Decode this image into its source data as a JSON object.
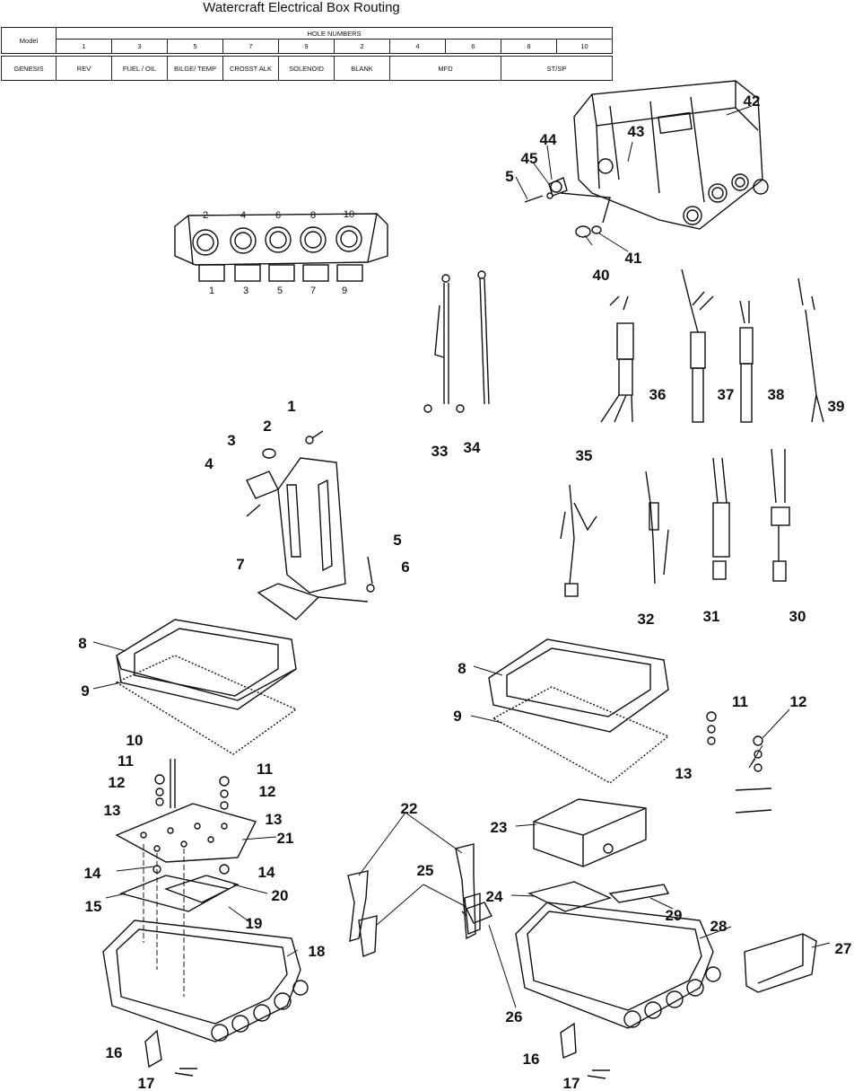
{
  "title": "Watercraft Electrical Box Routing",
  "table": {
    "model_header": "Model",
    "hole_numbers_header": "HOLE NUMBERS",
    "hole_numbers": [
      "1",
      "3",
      "5",
      "7",
      "9",
      "2",
      "4",
      "6",
      "8",
      "10"
    ],
    "model": "GENESIS",
    "cells": [
      "REV",
      "FUEL / OIL",
      "BILGE/ TEMP",
      "CROSST ALK",
      "SOLENOID",
      "BLANK",
      "MFD",
      "ST/SP"
    ]
  },
  "box_top_numbers": [
    "2",
    "4",
    "6",
    "8",
    "10"
  ],
  "box_bottom_numbers": [
    "1",
    "3",
    "5",
    "7",
    "9"
  ],
  "callouts": [
    "1",
    "2",
    "3",
    "4",
    "5",
    "5",
    "6",
    "7",
    "8",
    "8",
    "9",
    "9",
    "10",
    "11",
    "11",
    "11",
    "12",
    "12",
    "12",
    "13",
    "13",
    "13",
    "14",
    "14",
    "15",
    "16",
    "16",
    "17",
    "17",
    "18",
    "19",
    "20",
    "21",
    "22",
    "23",
    "24",
    "25",
    "26",
    "27",
    "28",
    "29",
    "30",
    "31",
    "32",
    "33",
    "34",
    "35",
    "36",
    "37",
    "38",
    "39",
    "40",
    "41",
    "42",
    "43",
    "44",
    "45"
  ]
}
